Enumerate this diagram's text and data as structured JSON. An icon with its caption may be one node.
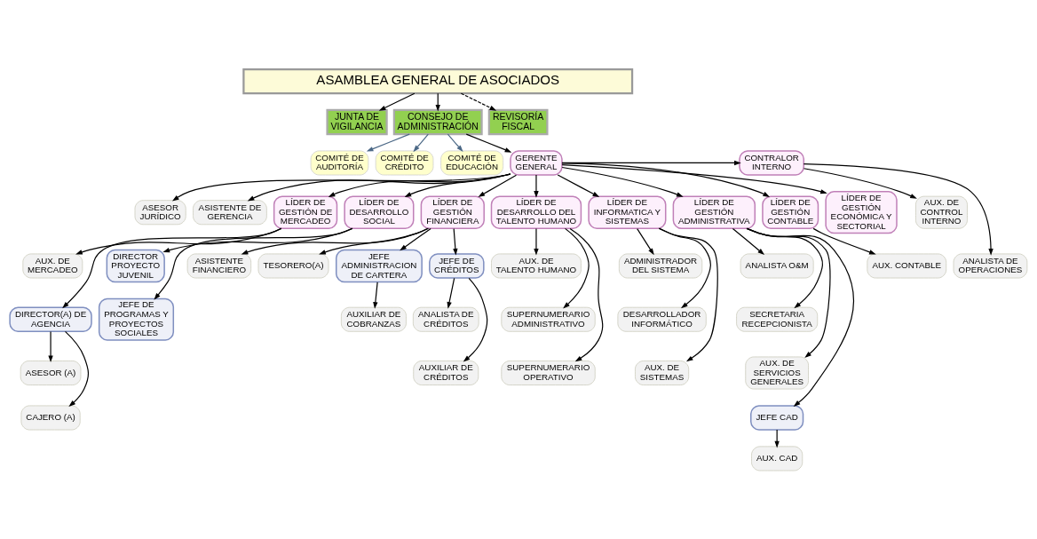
{
  "diagram": {
    "nodes": [
      {
        "text": [
          "ASAMBLEA GENERAL DE ASOCIADOS"
        ]
      },
      {
        "text": [
          "JUNTA DE VIGILANCIA"
        ]
      },
      {
        "text": [
          "CONSEJO DE ADMINISTRACIÓN"
        ]
      },
      {
        "text": [
          "REVISORÍA FISCAL"
        ]
      },
      {
        "text": [
          "COMITÉ DE AUDITORÍA"
        ]
      },
      {
        "text": [
          "COMITÉ DE CRÉDITO"
        ]
      },
      {
        "text": [
          "COMITÉ DE EDUCACIÓN"
        ]
      },
      {
        "text": [
          "GERENTE GENERAL"
        ]
      },
      {
        "text": [
          "CONTRALOR INTERNO"
        ]
      },
      {
        "text": [
          "AUX. DE CONTROL INTERNO"
        ]
      },
      {
        "text": [
          "ANALISTA DE OPERACIONES"
        ]
      },
      {
        "text": [
          "ASESOR JURÍDICO"
        ]
      },
      {
        "text": [
          "ASISTENTE DE GERENCIA"
        ]
      },
      {
        "text": [
          "LÍDER DE GESTIÓN DE MERCADEO"
        ]
      },
      {
        "text": [
          "AUX. DE MERCADEO"
        ]
      },
      {
        "text": [
          "DIRECTOR(A) DE AGENCIA"
        ]
      },
      {
        "text": [
          "ASESOR (A)"
        ]
      },
      {
        "text": [
          "CAJERO (A)"
        ]
      },
      {
        "text": [
          "LÍDER DE DESARROLLO SOCIAL"
        ]
      },
      {
        "text": [
          "DIRECTOR PROYECTO JUVENIL"
        ]
      },
      {
        "text": [
          "JEFE DE PROGRAMAS Y PROYECTOS SOCIALES"
        ]
      },
      {
        "text": [
          "LÍDER DE GESTIÓN FINANCIERA"
        ]
      },
      {
        "text": [
          "ASISTENTE FINANCIERO"
        ]
      },
      {
        "text": [
          "TESORERO(A)"
        ]
      },
      {
        "text": [
          "JEFE ADMINISTRACION DE CARTERA"
        ]
      },
      {
        "text": [
          "JEFE DE CRÉDITOS"
        ]
      },
      {
        "text": [
          "AUXILIAR DE COBRANZAS"
        ]
      },
      {
        "text": [
          "ANALISTA DE CRÉDITOS"
        ]
      },
      {
        "text": [
          "AUXILIAR DE CRÉDITOS"
        ]
      },
      {
        "text": [
          "LÍDER DE DESARROLLO DEL TALENTO HUMANO"
        ]
      },
      {
        "text": [
          "AUX. DE TALENTO HUMANO"
        ]
      },
      {
        "text": [
          "SUPERNUMERARIO ADMINISTRATIVO"
        ]
      },
      {
        "text": [
          "SUPERNUMERARIO OPERATIVO"
        ]
      },
      {
        "text": [
          "LÍDER DE INFORMATICA Y SISTEMAS"
        ]
      },
      {
        "text": [
          "ADMINISTRADOR DEL SISTEMA"
        ]
      },
      {
        "text": [
          "DESARROLLADOR INFORMÁTICO"
        ]
      },
      {
        "text": [
          "AUX. DE SISTEMAS"
        ]
      },
      {
        "text": [
          "LÍDER DE GESTIÓN ADMINISTRATIVA"
        ]
      },
      {
        "text": [
          "ANALISTA O&M"
        ]
      },
      {
        "text": [
          "SECRETARIA RECEPCIONISTA"
        ]
      },
      {
        "text": [
          "AUX. DE SERVICIOS GENERALES"
        ]
      },
      {
        "text": [
          "JEFE CAD"
        ]
      },
      {
        "text": [
          "AUX. CAD"
        ]
      },
      {
        "text": [
          "LÍDER DE GESTIÓN CONTABLE"
        ]
      },
      {
        "text": [
          "AUX. CONTABLE"
        ]
      },
      {
        "text": [
          "LÍDER DE GESTIÓN ECONÓMICA Y SECTORIAL"
        ]
      }
    ],
    "edges": [
      {
        "from": 0,
        "to": 1,
        "arrow": "to"
      },
      {
        "from": 0,
        "to": 2,
        "arrow": "to"
      },
      {
        "from": 0,
        "to": 3,
        "arrow": "to",
        "style": "dashed"
      },
      {
        "from": 2,
        "to": 4,
        "arrow": "to",
        "color": "#4a6785"
      },
      {
        "from": 2,
        "to": 5,
        "arrow": "to",
        "color": "#4a6785"
      },
      {
        "from": 2,
        "to": 6,
        "arrow": "to",
        "color": "#4a6785"
      },
      {
        "from": 2,
        "to": 7,
        "arrow": "to"
      },
      {
        "from": 7,
        "to": 8,
        "arrow": "to"
      },
      {
        "from": 7,
        "to": 11,
        "arrow": "to"
      },
      {
        "from": 7,
        "to": 12,
        "arrow": "to"
      },
      {
        "from": 8,
        "to": 9,
        "arrow": "to"
      },
      {
        "from": 8,
        "to": 10,
        "arrow": "to"
      },
      {
        "from": 7,
        "to": 13,
        "arrow": "to"
      },
      {
        "from": 7,
        "to": 18,
        "arrow": "to"
      },
      {
        "from": 7,
        "to": 21,
        "arrow": "to"
      },
      {
        "from": 7,
        "to": 29,
        "arrow": "to"
      },
      {
        "from": 7,
        "to": 33,
        "arrow": "to"
      },
      {
        "from": 7,
        "to": 37,
        "arrow": "to"
      },
      {
        "from": 7,
        "to": 43,
        "arrow": "to"
      },
      {
        "from": 7,
        "to": 45,
        "arrow": "to"
      },
      {
        "from": 13,
        "to": 14,
        "arrow": "to"
      },
      {
        "from": 13,
        "to": 15,
        "arrow": "to"
      },
      {
        "from": 15,
        "to": 16,
        "arrow": "to"
      },
      {
        "from": 15,
        "to": 17,
        "arrow": "to"
      },
      {
        "from": 18,
        "to": 19,
        "arrow": "to"
      },
      {
        "from": 18,
        "to": 20,
        "arrow": "to"
      },
      {
        "from": 21,
        "to": 22,
        "arrow": "to"
      },
      {
        "from": 21,
        "to": 23,
        "arrow": "to"
      },
      {
        "from": 21,
        "to": 24,
        "arrow": "to"
      },
      {
        "from": 21,
        "to": 25,
        "arrow": "to"
      },
      {
        "from": 24,
        "to": 26,
        "arrow": "to"
      },
      {
        "from": 25,
        "to": 27,
        "arrow": "to"
      },
      {
        "from": 25,
        "to": 28,
        "arrow": "to"
      },
      {
        "from": 29,
        "to": 30,
        "arrow": "to"
      },
      {
        "from": 29,
        "to": 31,
        "arrow": "to"
      },
      {
        "from": 29,
        "to": 32,
        "arrow": "to"
      },
      {
        "from": 33,
        "to": 34,
        "arrow": "to"
      },
      {
        "from": 33,
        "to": 35,
        "arrow": "to"
      },
      {
        "from": 33,
        "to": 36,
        "arrow": "to"
      },
      {
        "from": 37,
        "to": 38,
        "arrow": "to"
      },
      {
        "from": 37,
        "to": 39,
        "arrow": "to"
      },
      {
        "from": 37,
        "to": 40,
        "arrow": "to"
      },
      {
        "from": 37,
        "to": 41,
        "arrow": "to"
      },
      {
        "from": 41,
        "to": 42,
        "arrow": "to"
      },
      {
        "from": 43,
        "to": 44,
        "arrow": "to"
      }
    ]
  }
}
